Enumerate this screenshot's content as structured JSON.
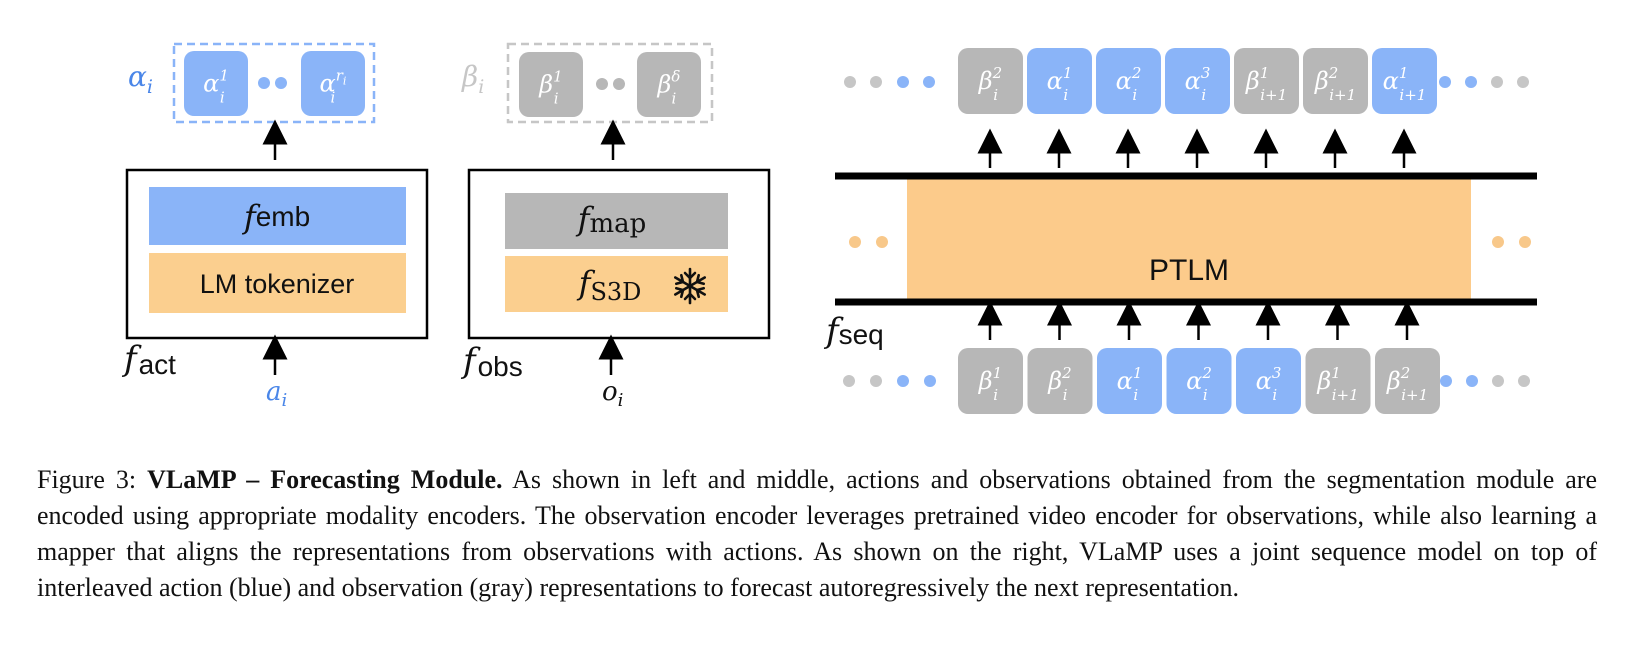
{
  "left_panel": {
    "output_label": "α",
    "output_label_sub": "i",
    "output_tokens": [
      {
        "base": "α",
        "sup": "1",
        "sub": "i"
      },
      {
        "base": "α",
        "sup": "r",
        "sup_sub": "i",
        "sub": "i"
      }
    ],
    "top_layer": {
      "f": "f",
      "sub": "emb"
    },
    "bottom_layer": "LM tokenizer",
    "module_label": {
      "f": "f",
      "sub": "act"
    },
    "input_label": "a",
    "input_label_sub": "i"
  },
  "middle_panel": {
    "output_label": "β",
    "output_label_sub": "i",
    "output_tokens": [
      {
        "base": "β",
        "sup": "1",
        "sub": "i"
      },
      {
        "base": "β",
        "sup": "δ",
        "sub": "i"
      }
    ],
    "top_layer": {
      "f": "f",
      "sub": "map"
    },
    "bottom_layer": {
      "f": "f",
      "sub": "S3D"
    },
    "frozen_icon": "snowflake-icon",
    "module_label": {
      "f": "f",
      "sub": "obs"
    },
    "input_label": "o",
    "input_label_sub": "i"
  },
  "right_panel": {
    "model_label": "PTLM",
    "seq_label": {
      "f": "f",
      "sub": "seq"
    },
    "output_sequence": [
      {
        "type": "obs",
        "base": "β",
        "sup": "2",
        "sub": "i"
      },
      {
        "type": "act",
        "base": "α",
        "sup": "1",
        "sub": "i"
      },
      {
        "type": "act",
        "base": "α",
        "sup": "2",
        "sub": "i"
      },
      {
        "type": "act",
        "base": "α",
        "sup": "3",
        "sub": "i"
      },
      {
        "type": "obs",
        "base": "β",
        "sup": "1",
        "sub": "i+1"
      },
      {
        "type": "obs",
        "base": "β",
        "sup": "2",
        "sub": "i+1"
      },
      {
        "type": "act",
        "base": "α",
        "sup": "1",
        "sub": "i+1"
      }
    ],
    "input_sequence": [
      {
        "type": "obs",
        "base": "β",
        "sup": "1",
        "sub": "i"
      },
      {
        "type": "obs",
        "base": "β",
        "sup": "2",
        "sub": "i"
      },
      {
        "type": "act",
        "base": "α",
        "sup": "1",
        "sub": "i"
      },
      {
        "type": "act",
        "base": "α",
        "sup": "2",
        "sub": "i"
      },
      {
        "type": "act",
        "base": "α",
        "sup": "3",
        "sub": "i"
      },
      {
        "type": "obs",
        "base": "β",
        "sup": "1",
        "sub": "i+1"
      },
      {
        "type": "obs",
        "base": "β",
        "sup": "2",
        "sub": "i+1"
      }
    ]
  },
  "colors": {
    "action": "#8ab4f8",
    "action_text": "#4a86e8",
    "observation": "#b7b7b7",
    "observation_light": "#c6c6c6",
    "tokenizer": "#fbcf8f",
    "model": "#fccb8b",
    "dot_orange": "#f8c88a"
  },
  "caption": {
    "figure_label": "Figure 3: ",
    "title": "VLaMP – Forecasting Module.",
    "body": " As shown in left and middle, actions and observations obtained from the segmentation module are encoded using appropriate modality encoders. The observation encoder leverages pretrained video encoder for observations, while also learning a mapper that aligns the representations from observations with actions. As shown on the right, VLaMP uses a joint sequence model on top of interleaved action (blue) and observation (gray) representations to forecast autoregressively the next representation."
  }
}
